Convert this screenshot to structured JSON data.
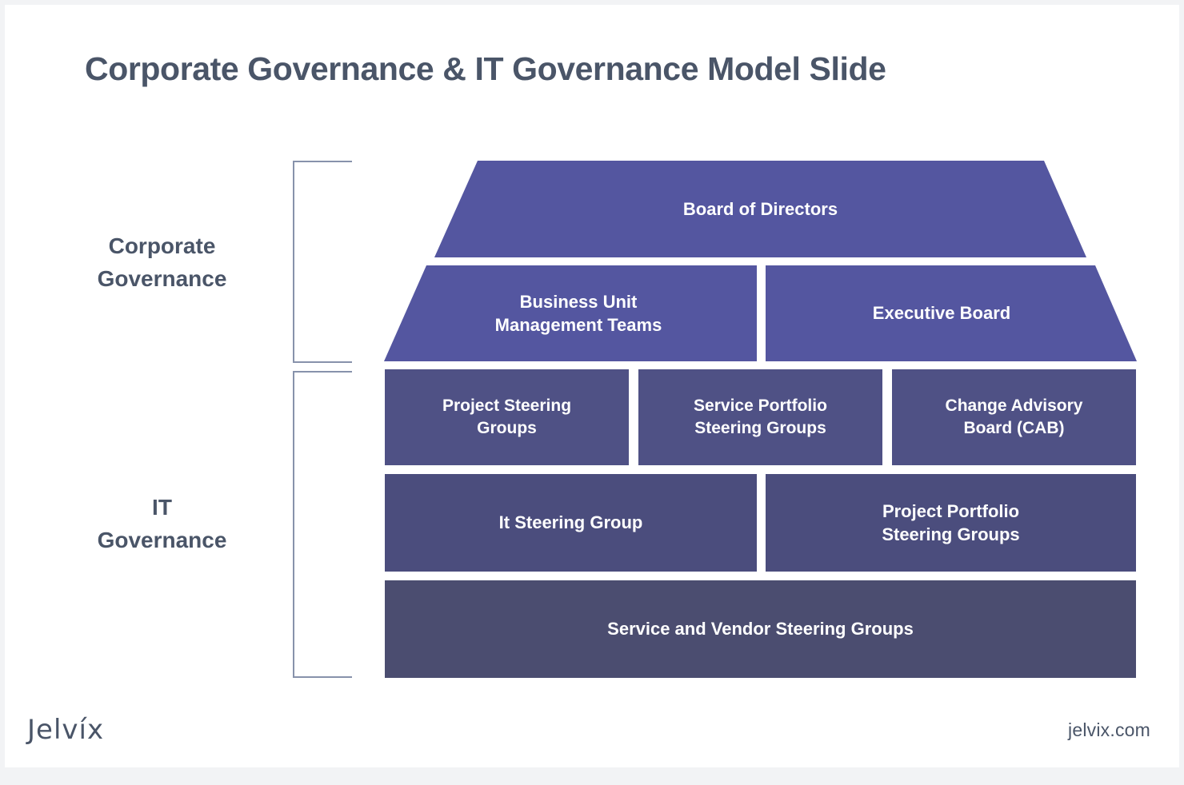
{
  "page": {
    "title": "Corporate Governance & IT Governance Model Slide",
    "background_color": "#ffffff",
    "title_color": "#4a5568"
  },
  "colors": {
    "tier1": "#5456a0",
    "tier2": "#5456a0",
    "tier3": "#4f5185",
    "tier4": "#4b4d7d",
    "tier5": "#4b4d70",
    "bracket": "#8792ab",
    "label": "#4a5568",
    "node_text": "#ffffff"
  },
  "side_labels": [
    {
      "id": "corporate-governance",
      "line1": "Corporate",
      "line2": "Governance"
    },
    {
      "id": "it-governance",
      "line1": "IT",
      "line2": "Governance"
    }
  ],
  "diagram": {
    "type": "pyramid-hierarchy",
    "tiers": [
      {
        "tier": 1,
        "group": "Corporate Governance",
        "shape": "trapezoid",
        "nodes": [
          {
            "label": "Board of Directors"
          }
        ]
      },
      {
        "tier": 2,
        "group": "Corporate Governance",
        "shape": "trapezoid",
        "nodes": [
          {
            "label_line1": "Business Unit",
            "label_line2": "Management Teams"
          },
          {
            "label": "Executive Board"
          }
        ]
      },
      {
        "tier": 3,
        "group": "IT Governance",
        "shape": "rect",
        "nodes": [
          {
            "label_line1": "Project Steering",
            "label_line2": "Groups"
          },
          {
            "label_line1": "Service Portfolio",
            "label_line2": "Steering Groups"
          },
          {
            "label_line1": "Change Advisory",
            "label_line2": "Board (CAB)"
          }
        ]
      },
      {
        "tier": 4,
        "group": "IT Governance",
        "shape": "rect",
        "nodes": [
          {
            "label": "It Steering Group"
          },
          {
            "label_line1": "Project Portfolio",
            "label_line2": "Steering Groups"
          }
        ]
      },
      {
        "tier": 5,
        "group": "IT Governance",
        "shape": "rect",
        "nodes": [
          {
            "label": "Service and Vendor Steering Groups"
          }
        ]
      }
    ]
  },
  "footer": {
    "logo": "Jelvíx",
    "url": "jelvix.com"
  }
}
